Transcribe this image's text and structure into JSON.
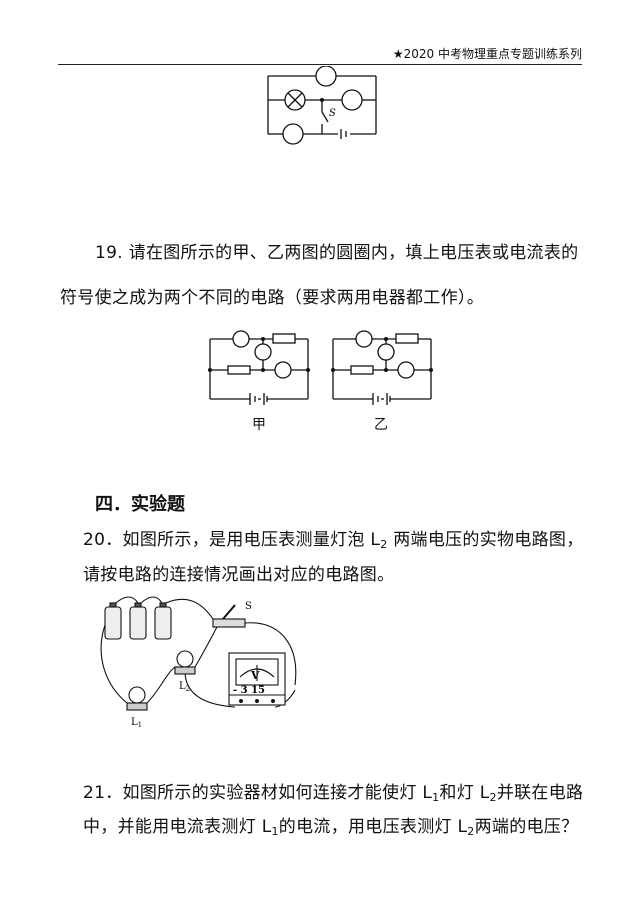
{
  "header": "★2020 中考物理重点专题训练系列",
  "q19": {
    "line1": "19. 请在图所示的甲、乙两图的圆圈内，填上电压表或电流表的",
    "line2": "符号使之成为两个不同的电路（要求两用电器都工作）。",
    "label_a": "甲",
    "label_b": "乙"
  },
  "fig_top": {
    "switch_label": "S"
  },
  "section": "四．实验题",
  "q20": {
    "line1_a": "20．如图所示，是用电压表测量灯泡 L",
    "line1_sub": "2",
    "line1_b": " 两端电压的实物电路图，",
    "line2": "请按电路的连接情况画出对应的电路图。",
    "switch_label": "S",
    "l1_label": "L",
    "l1_sub": "1",
    "l2_label": "L",
    "l2_sub": "2",
    "meter_symbol": "V",
    "meter_terminals": "- 3 15"
  },
  "q21": {
    "line1_a": "21．如图所示的实验器材如何连接才能使灯 L",
    "line1_sub1": "1",
    "line1_b": "和灯 L",
    "line1_sub2": "2",
    "line1_c": "并联在电路",
    "line2_a": "中，并能用电流表测灯 L",
    "line2_sub1": "1",
    "line2_b": "的电流，用电压表测灯 L",
    "line2_sub2": "2",
    "line2_c": "两端的电压？"
  }
}
